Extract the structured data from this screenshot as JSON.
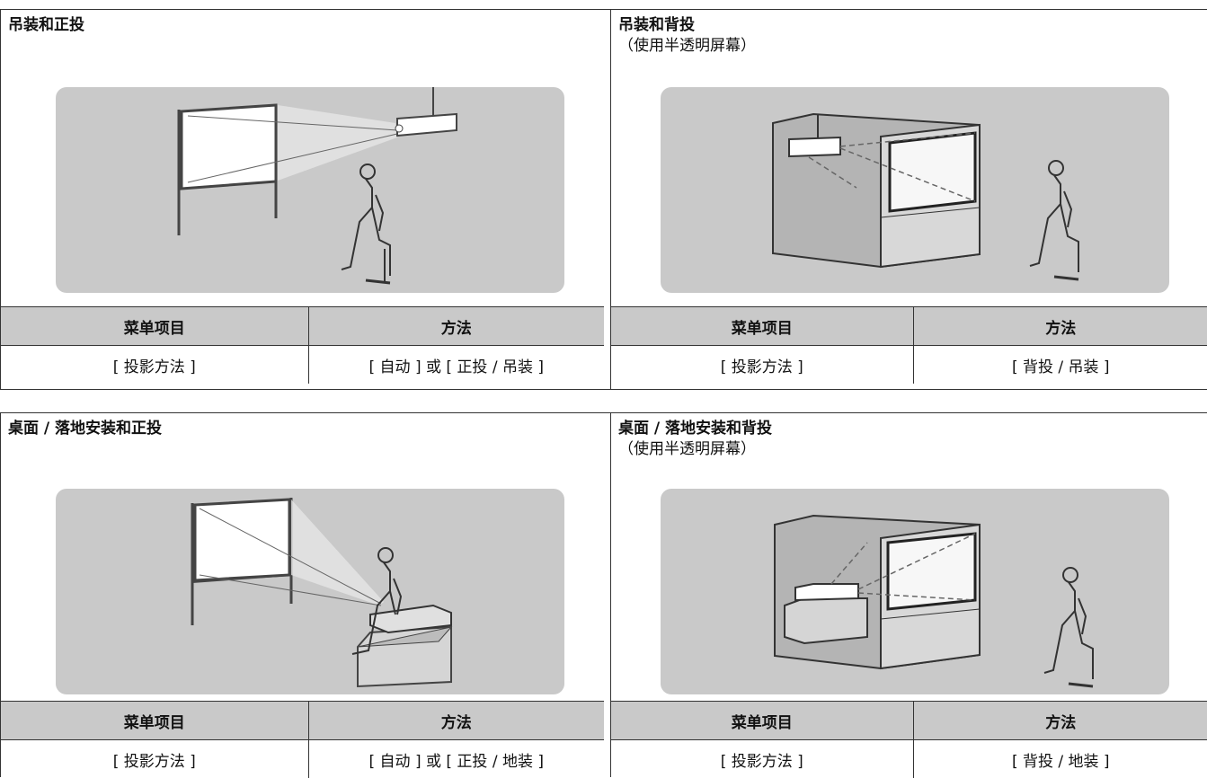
{
  "sections": [
    {
      "title": "吊装和正投",
      "subtitle": "",
      "table": {
        "col1_header": "菜单项目",
        "col2_header": "方法",
        "col1_value": "[ 投影方法 ]",
        "col2_value": "[ 自动 ] 或 [ 正投 / 吊装 ]"
      }
    },
    {
      "title": "吊装和背投",
      "subtitle": "（使用半透明屏幕）",
      "table": {
        "col1_header": "菜单项目",
        "col2_header": "方法",
        "col1_value": "[ 投影方法 ]",
        "col2_value": "[ 背投 / 吊装 ]"
      }
    },
    {
      "title": "桌面 / 落地安装和正投",
      "subtitle": "",
      "table": {
        "col1_header": "菜单项目",
        "col2_header": "方法",
        "col1_value": "[ 投影方法 ]",
        "col2_value": "[ 自动 ] 或 [ 正投 / 地装 ]"
      }
    },
    {
      "title": "桌面 / 落地安装和背投",
      "subtitle": "（使用半透明屏幕）",
      "table": {
        "col1_header": "菜单项目",
        "col2_header": "方法",
        "col1_value": "[ 投影方法 ]",
        "col2_value": "[ 背投 / 地装 ]"
      }
    }
  ],
  "colors": {
    "scene_bg": "#c9c9c9",
    "header_bg": "#c9c9c9",
    "line": "#333333"
  }
}
